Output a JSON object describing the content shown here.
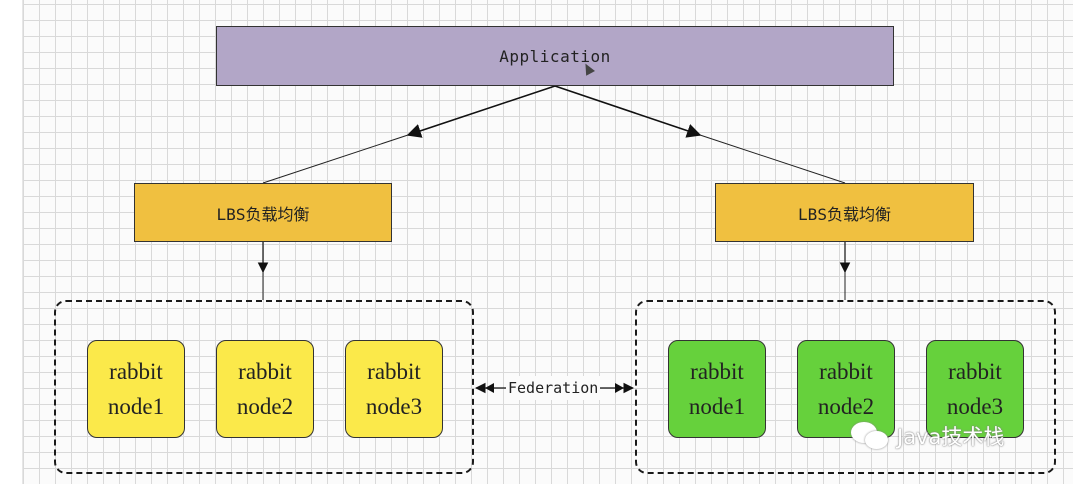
{
  "diagram": {
    "application": {
      "label": "Application",
      "color": "#b2a6c7"
    },
    "lbs_left": {
      "label": "LBS负载均衡",
      "color": "#f0c040"
    },
    "lbs_right": {
      "label": "LBS负载均衡",
      "color": "#f0c040"
    },
    "cluster_left": {
      "color": "#fbe94a",
      "nodes": [
        {
          "line1": "rabbit",
          "line2": "node1"
        },
        {
          "line1": "rabbit",
          "line2": "node2"
        },
        {
          "line1": "rabbit",
          "line2": "node3"
        }
      ]
    },
    "cluster_right": {
      "color": "#66d13c",
      "nodes": [
        {
          "line1": "rabbit",
          "line2": "node1"
        },
        {
          "line1": "rabbit",
          "line2": "node2"
        },
        {
          "line1": "rabbit",
          "line2": "node3"
        }
      ]
    },
    "link_label": "Federation"
  },
  "watermark": {
    "icon": "wechat-icon",
    "text": "Java技术栈"
  }
}
